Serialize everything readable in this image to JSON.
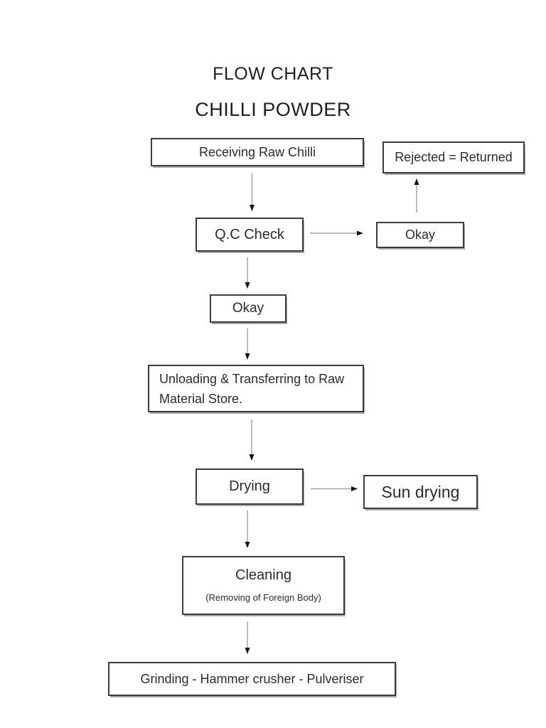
{
  "page": {
    "title_line1": "FLOW CHART",
    "title_line2": "CHILLI POWDER"
  },
  "nodes": {
    "receiving": {
      "label": "Receiving Raw Chilli"
    },
    "rejected": {
      "label": "Rejected = Returned"
    },
    "qc_check": {
      "label": "Q.C Check"
    },
    "okay_right": {
      "label": "Okay"
    },
    "okay_center": {
      "label": "Okay"
    },
    "unloading": {
      "label": "Unloading & Transferring to Raw Material Store."
    },
    "drying": {
      "label": "Drying"
    },
    "sun_drying": {
      "label": "Sun drying"
    },
    "cleaning": {
      "label": "Cleaning",
      "sublabel": "(Removing of Foreign Body)"
    },
    "grinding": {
      "label": "Grinding - Hammer crusher - Pulveriser"
    }
  },
  "edges": [
    {
      "from": "receiving",
      "to": "qc_check",
      "direction": "down"
    },
    {
      "from": "qc_check",
      "to": "okay_right",
      "direction": "right"
    },
    {
      "from": "okay_right",
      "to": "rejected",
      "direction": "up"
    },
    {
      "from": "qc_check",
      "to": "okay_center",
      "direction": "down"
    },
    {
      "from": "okay_center",
      "to": "unloading",
      "direction": "down"
    },
    {
      "from": "unloading",
      "to": "drying",
      "direction": "down"
    },
    {
      "from": "drying",
      "to": "sun_drying",
      "direction": "right"
    },
    {
      "from": "drying",
      "to": "cleaning",
      "direction": "down"
    },
    {
      "from": "cleaning",
      "to": "grinding",
      "direction": "down"
    }
  ],
  "colors": {
    "page_background": "#ffffff",
    "box_border": "#3b3b3b",
    "box_shadow": "#a9a9a9",
    "text": "#2b2b2b",
    "arrow_line": "#a6a6a6",
    "arrow_head": "#141414"
  }
}
